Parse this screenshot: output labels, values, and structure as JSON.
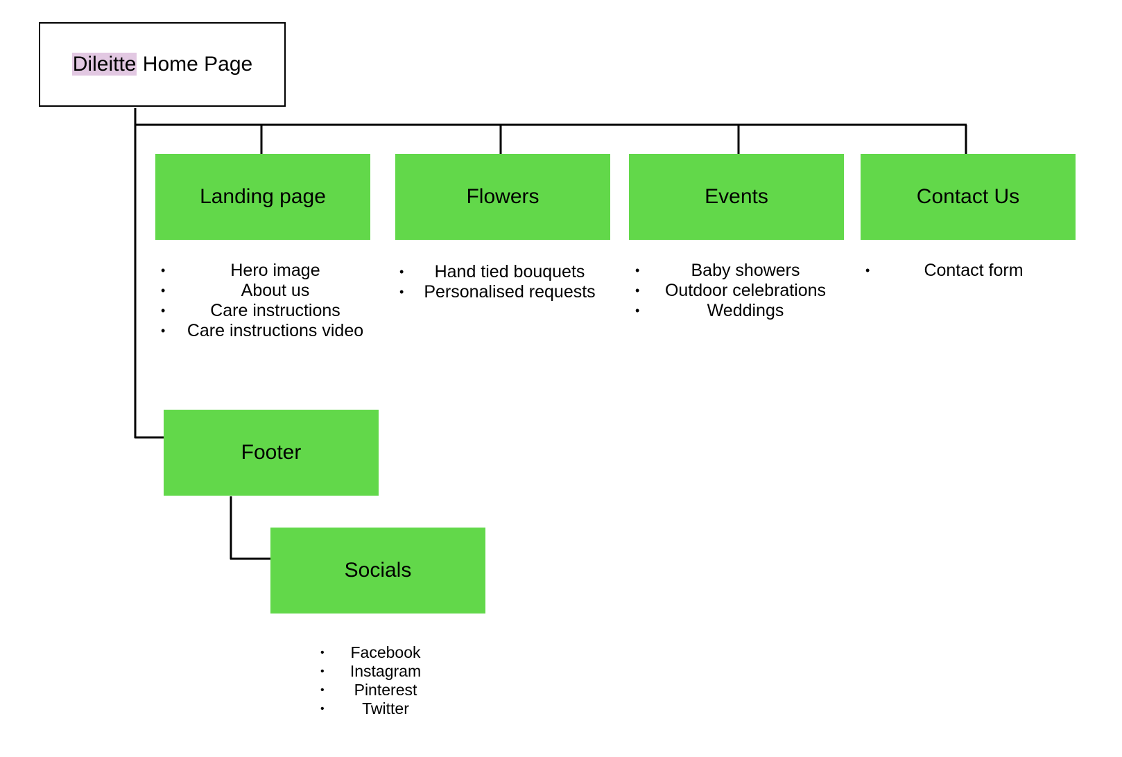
{
  "diagram": {
    "colors": {
      "node_fill": "#62d84a",
      "line": "#000000",
      "highlight": "#e2c8e2"
    },
    "root": {
      "title_highlight": "Dileitte",
      "title_rest": " Home Page"
    },
    "nodes": {
      "landing": {
        "label": "Landing page",
        "items": [
          "Hero image",
          "About us",
          "Care instructions",
          "Care instructions video"
        ]
      },
      "flowers": {
        "label": "Flowers",
        "items": [
          "Hand tied bouquets",
          "Personalised requests"
        ]
      },
      "events": {
        "label": "Events",
        "items": [
          "Baby showers",
          "Outdoor celebrations",
          "Weddings"
        ]
      },
      "contact": {
        "label": "Contact Us",
        "items": [
          "Contact form"
        ]
      },
      "footer": {
        "label": "Footer"
      },
      "socials": {
        "label": "Socials",
        "items": [
          "Facebook",
          "Instagram",
          "Pinterest",
          "Twitter"
        ]
      }
    }
  }
}
